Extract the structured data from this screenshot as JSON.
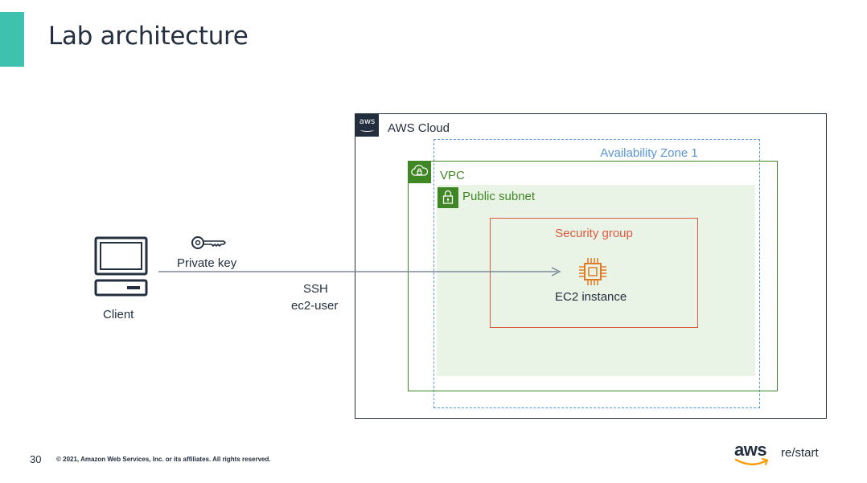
{
  "slide": {
    "title": "Lab architecture",
    "page_number": "30",
    "copyright": "© 2021, Amazon Web Services, Inc. or its affiliates. All rights reserved."
  },
  "branding": {
    "logo": "aws",
    "program": "re/start",
    "accent_color": "#3fc1b0"
  },
  "diagram": {
    "aws_cloud": {
      "label": "AWS Cloud",
      "badge": "aws",
      "color": "#232f3e"
    },
    "availability_zone": {
      "label": "Availability Zone 1",
      "color": "#5a95d5"
    },
    "vpc": {
      "label": "VPC",
      "icon": "cloud-lock-icon",
      "color": "#3f8624"
    },
    "public_subnet": {
      "label": "Public subnet",
      "icon": "padlock-icon",
      "color": "#3f8624",
      "fill": "#e9f3e6"
    },
    "security_group": {
      "label": "Security group",
      "color": "#dd5a3e"
    },
    "ec2": {
      "label": "EC2 instance",
      "icon": "chip-icon",
      "color": "#e07b24"
    },
    "client": {
      "label": "Client",
      "icon": "computer-icon"
    },
    "key": {
      "label": "Private key",
      "icon": "key-icon"
    },
    "connection": {
      "protocol": "SSH",
      "user": "ec2-user"
    }
  }
}
